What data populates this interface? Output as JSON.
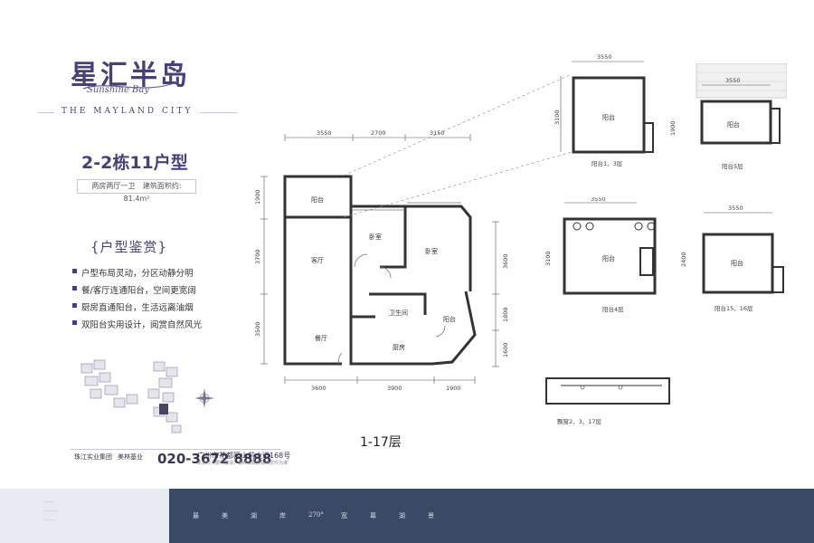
{
  "brand": {
    "name_cn": "星汇半岛",
    "name_en": "Sunshine Bay",
    "city_tagline": "THE MAYLAND CITY"
  },
  "unit": {
    "title": "2-2栋11户型",
    "layout": "两房两厅一卫",
    "area": "建筑面积约: 81.4m²"
  },
  "appreciation": {
    "title": "{户型鉴赏}",
    "points": [
      "户型布局灵动，分区动静分明",
      "餐/客厅连通阳台，空间更宽阔",
      "厨房直通阳台，生活远离油烟",
      "双阳台实用设计，阅赏自然风光"
    ]
  },
  "plan": {
    "floor_label": "1-17层",
    "rooms": {
      "balcony_top": "阳台",
      "living": "客厅",
      "bedroom1": "卧室",
      "bedroom2": "卧室",
      "bathroom": "卫生间",
      "dining": "餐厅",
      "kitchen": "厨房",
      "balcony_right": "阳台"
    },
    "dims_top": [
      "3550",
      "2700",
      "3150"
    ],
    "dims_bottom": [
      "3600",
      "3900",
      "1900"
    ],
    "dims_left": [
      "1900",
      "3700",
      "3500"
    ],
    "dims_right": [
      "3600",
      "1800",
      "1600"
    ]
  },
  "balcony_variants": [
    {
      "caption": "阳台1、3层",
      "room": "阳台",
      "width": "3550",
      "height": "3100"
    },
    {
      "caption": "阳台5层",
      "room": "阳台",
      "width": "3550",
      "height": "1900"
    },
    {
      "caption": "阳台4层",
      "room": "阳台",
      "width": "3550",
      "height": "3100"
    },
    {
      "caption": "阳台15、16层",
      "room": "阳台",
      "width": "3550",
      "height": "2400"
    },
    {
      "caption": "飘窗2、3、17层"
    }
  ],
  "footer": {
    "brand1": "珠江实业集团",
    "brand2": "美林基业",
    "phone": "020-3672 8888",
    "address": "广州市花都区山前大道168号",
    "address_sub": "本资料为要约邀请，最终以政府批准文件为准"
  },
  "band": {
    "slogan": [
      "最",
      "美",
      "湖",
      "岸",
      "270°",
      "宽",
      "幕",
      "湖",
      "景"
    ],
    "left_lines": [
      "一一一",
      "一一一一",
      "一一一"
    ]
  },
  "colors": {
    "brand": "#4a3f78",
    "band": "#3a4a66",
    "band_light": "#e7eaf0"
  }
}
